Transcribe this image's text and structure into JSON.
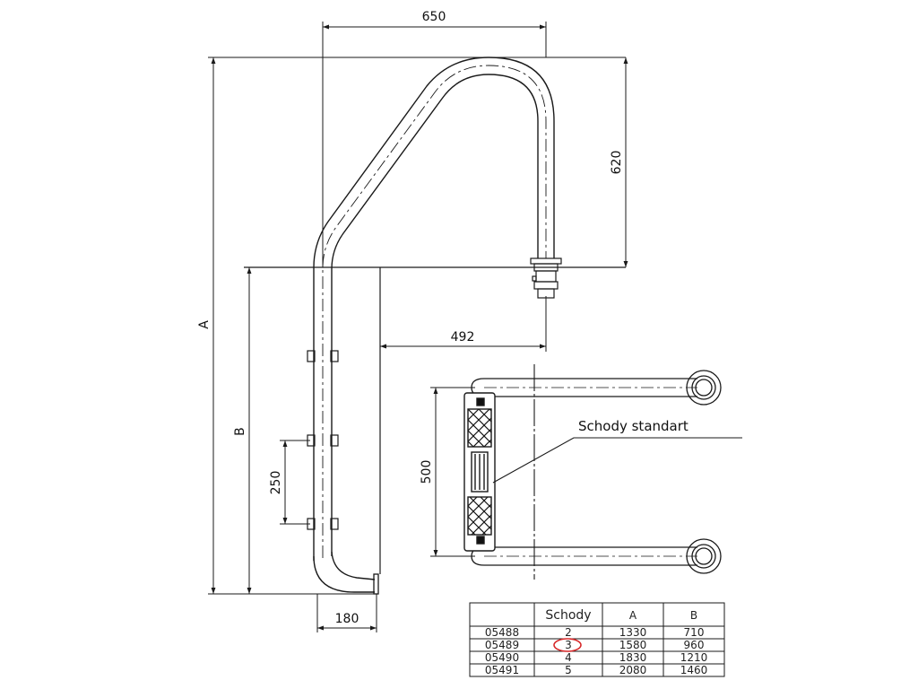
{
  "dimensions": {
    "width_top": "650",
    "height_handrail": "620",
    "offset": "492",
    "height_a": "A",
    "height_b": "B",
    "step_spacing": "250",
    "step_height": "500",
    "foot_width": "180"
  },
  "callout": {
    "label": "Schody standart"
  },
  "table": {
    "headers": [
      "",
      "Schody",
      "A",
      "B"
    ],
    "rows": [
      [
        "05488",
        "2",
        "1330",
        "710"
      ],
      [
        "05489",
        "3",
        "1580",
        "960"
      ],
      [
        "05490",
        "4",
        "1830",
        "1210"
      ],
      [
        "05491",
        "5",
        "2080",
        "1460"
      ]
    ],
    "highlight": {
      "row": 1,
      "col": 1,
      "color": "#d62728"
    }
  },
  "colors": {
    "line": "#1a1a1a",
    "pipe_fill": "#ffffff",
    "step_dark": "#111111"
  }
}
